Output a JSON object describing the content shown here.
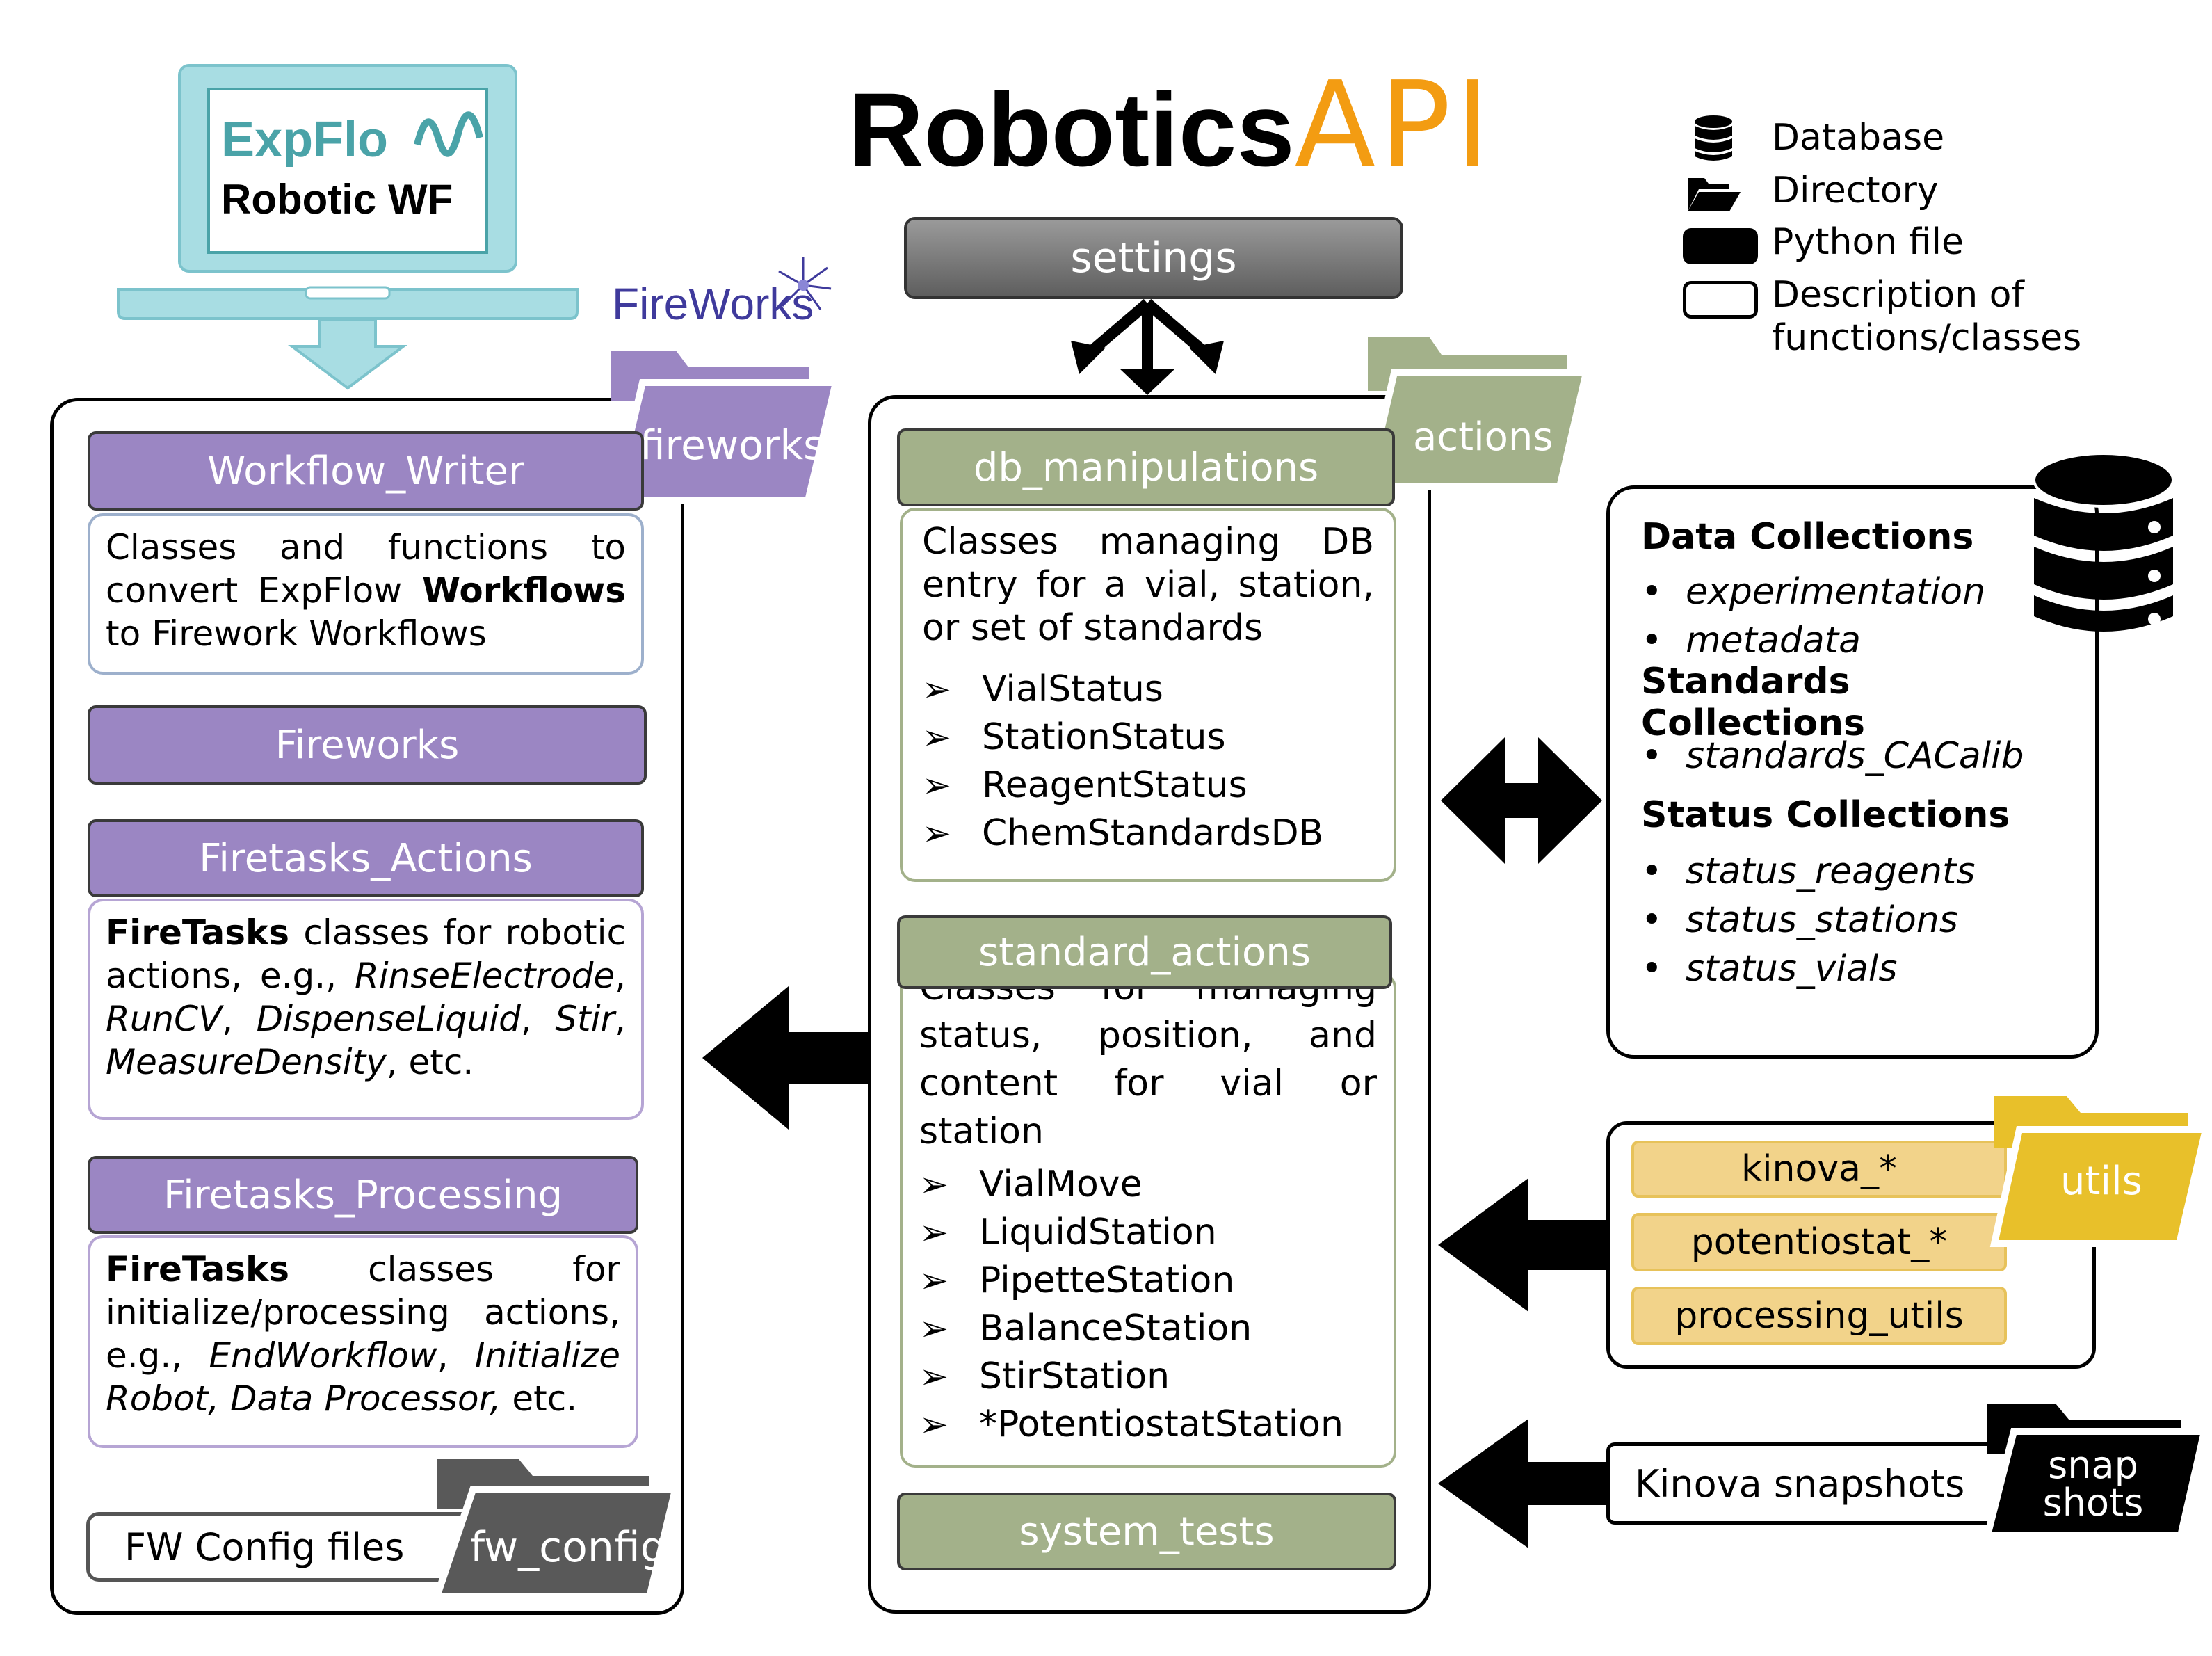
{
  "title": {
    "main": "Robotics",
    "accent": "API",
    "accent_color": "#f39c12"
  },
  "logo": {
    "expflow": "ExpFlo",
    "subtitle": "Robotic WF",
    "fireworks": "FireWorks"
  },
  "legend": {
    "database": "Database",
    "directory": "Directory",
    "python_file": "Python file",
    "description_line1": "Description of",
    "description_line2": "functions/classes"
  },
  "settings": "settings",
  "left": {
    "folder": "fireworks",
    "workflow_writer": {
      "title": "Workflow_Writer",
      "p1": "Classes and functions to convert ExpFlow ",
      "bold": "Workflows",
      "p2": " to Firework Workflows"
    },
    "fireworks": "Fireworks",
    "firetasks_actions": {
      "title": "Firetasks_Actions",
      "bold": "FireTasks",
      "t1": " classes for robotic actions, e.g., ",
      "i1": "RinseElectrode",
      "s1": ", ",
      "i2": "RunCV",
      "s2": ", ",
      "i3": "DispenseLiquid",
      "s3": ", ",
      "i4": "Stir",
      "s4": ", ",
      "i5": "MeasureDensity",
      "t2": ", etc."
    },
    "firetasks_processing": {
      "title": "Firetasks_Processing",
      "bold": "FireTasks",
      "t1": " classes for initialize/processing actions, e.g., ",
      "i1": "EndWorkflow",
      "s1": ", ",
      "i2": "Initialize Robot, Data Processor,",
      "t2": " etc."
    },
    "fw_config_label": "FW Config files",
    "fw_config_folder": "fw_config"
  },
  "middle": {
    "folder": "actions",
    "db_manipulations": {
      "title": "db_manipulations",
      "desc": "Classes managing DB entry for a vial, station, or set of standards",
      "items": [
        "VialStatus",
        "StationStatus",
        "ReagentStatus",
        "ChemStandardsDB"
      ]
    },
    "standard_actions": {
      "title": "standard_actions",
      "desc": "Classes for managing status, position, and content for vial or station",
      "items": [
        "VialMove",
        "LiquidStation",
        "PipetteStation",
        "BalanceStation",
        "StirStation",
        "*PotentiostatStation"
      ]
    },
    "system_tests": "system_tests",
    "check_glyph": "➢"
  },
  "right": {
    "data": {
      "h1": "Data Collections",
      "i1": [
        "experimentation",
        "metadata"
      ],
      "h2": "Standards Collections",
      "i2": [
        "standards_CACalib"
      ],
      "h3": "Status Collections",
      "i3": [
        "status_reagents",
        "status_stations",
        "status_vials"
      ],
      "bullet": "•"
    },
    "utils": {
      "folder": "utils",
      "items": [
        "kinova_*",
        "potentiostat_*",
        "processing_utils"
      ]
    },
    "snapshots": {
      "label": "Kinova snapshots",
      "folder_l1": "snap",
      "folder_l2": "shots"
    }
  },
  "colors": {
    "purple": "#9b86c3",
    "green": "#a3b18a",
    "gray_dark": "#595959",
    "teal": "#4aa3a8",
    "laptop": "#a8dde3",
    "yellow": "#e8c02a"
  }
}
